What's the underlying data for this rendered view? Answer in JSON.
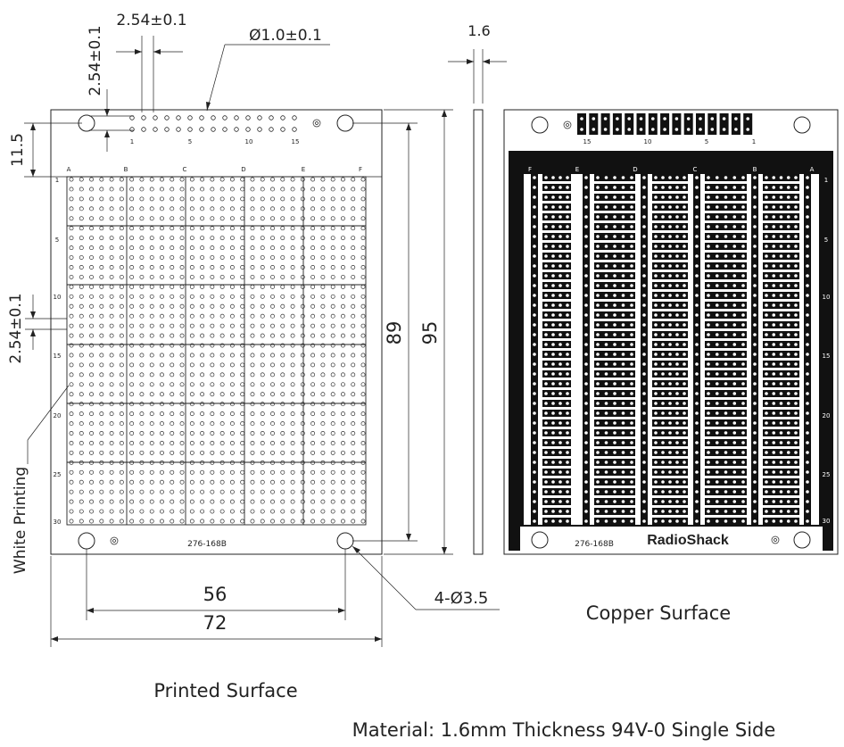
{
  "printed_side": {
    "caption": "Printed Surface",
    "part_number": "276-168B",
    "column_letters": [
      "A",
      "B",
      "C",
      "D",
      "E",
      "F"
    ],
    "row_numbers": [
      "1",
      "5",
      "10",
      "15",
      "20",
      "25",
      "30"
    ],
    "header_numbers": [
      "1",
      "5",
      "10",
      "15"
    ],
    "white_printing_label": "White Printing"
  },
  "copper_side": {
    "caption": "Copper Surface",
    "part_number": "276-168B",
    "brand": "RadioShack",
    "column_letters": [
      "F",
      "E",
      "D",
      "C",
      "B",
      "A"
    ],
    "row_numbers": [
      "1",
      "5",
      "10",
      "15",
      "20",
      "25",
      "30"
    ],
    "header_numbers": [
      "15",
      "10",
      "5",
      "1"
    ]
  },
  "dimensions": {
    "pitch_horizontal": "2.54±0.1",
    "pitch_vertical_top": "2.54±0.1",
    "pitch_vertical_left": "2.54±0.1",
    "hole_diameter": "Ø1.0±0.1",
    "header_offset": "11.5",
    "thickness": "1.6",
    "inner_height": "89",
    "outer_height": "95",
    "hole_spacing": "56",
    "board_width": "72",
    "mount_holes": "4-Ø3.5"
  },
  "material_note": "Material: 1.6mm Thickness 94V-0 Single Side"
}
